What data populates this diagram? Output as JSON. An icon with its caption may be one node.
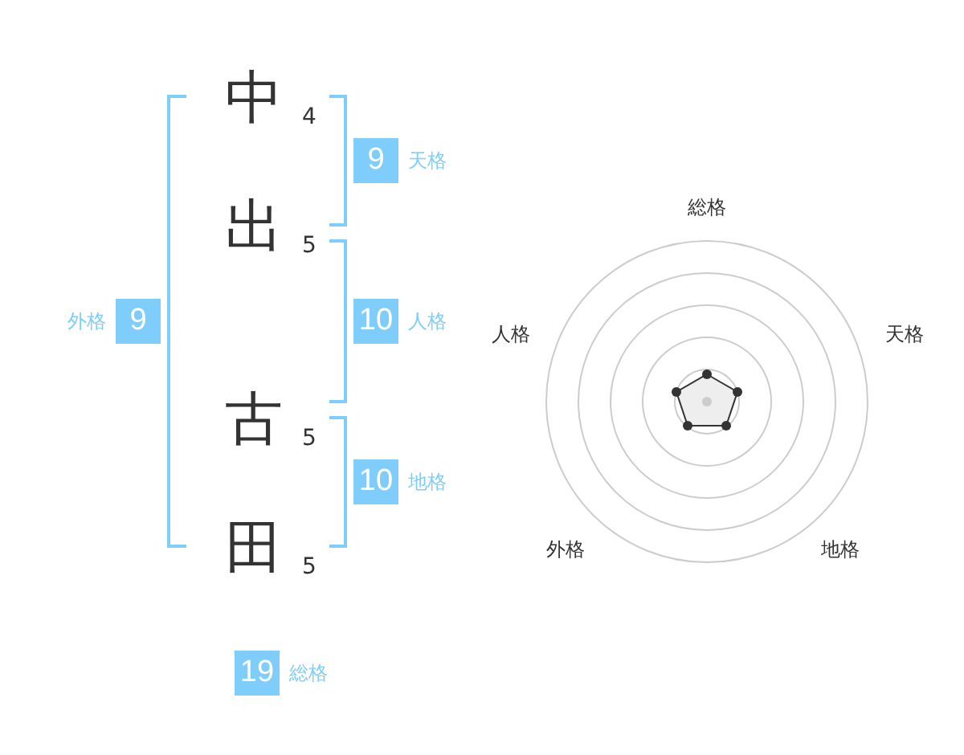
{
  "diagram": {
    "nodes": [
      {
        "text": [
          "9"
        ],
        "beside": [
          "天格"
        ]
      },
      {
        "text": [
          "9"
        ],
        "beside": [
          "外格"
        ]
      },
      {
        "text": [
          "10"
        ],
        "beside": [
          "人格"
        ]
      },
      {
        "text": [
          "10"
        ],
        "beside": [
          "地格"
        ]
      },
      {
        "text": [
          "19"
        ],
        "beside": [
          "総格"
        ]
      }
    ],
    "labels": [
      "中",
      "4",
      "出",
      "5",
      "古",
      "5",
      "田",
      "5",
      "総格",
      "人格",
      "天格",
      "外格",
      "地格"
    ]
  }
}
